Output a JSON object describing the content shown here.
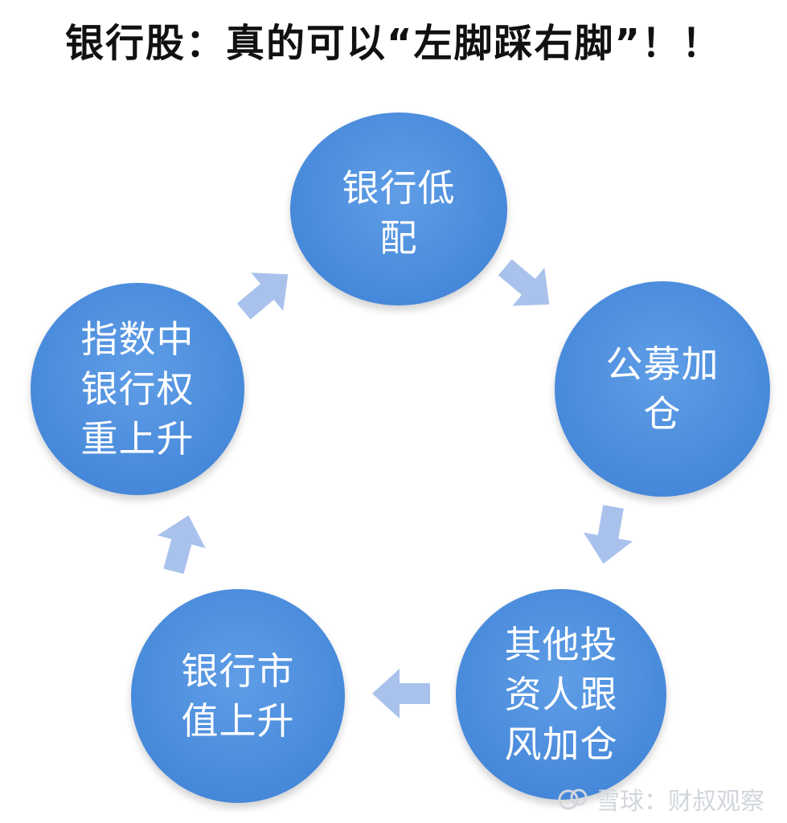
{
  "title": "银行股：真的可以“左脚踩右脚”！！",
  "nodes": [
    {
      "label": "银行低\n配"
    },
    {
      "label": "公募加\n仓"
    },
    {
      "label": "其他投\n资人跟\n风加仓"
    },
    {
      "label": "银行市\n值上升"
    },
    {
      "label": "指数中\n银行权\n重上升"
    }
  ],
  "watermark": {
    "text": "雪球：财叔观察",
    "icon": "snowball-icon"
  },
  "colors": {
    "node": "#4a8cdc",
    "arrow": "#a9c2ec",
    "title": "#111111",
    "watermark": "#d2d6dc"
  }
}
